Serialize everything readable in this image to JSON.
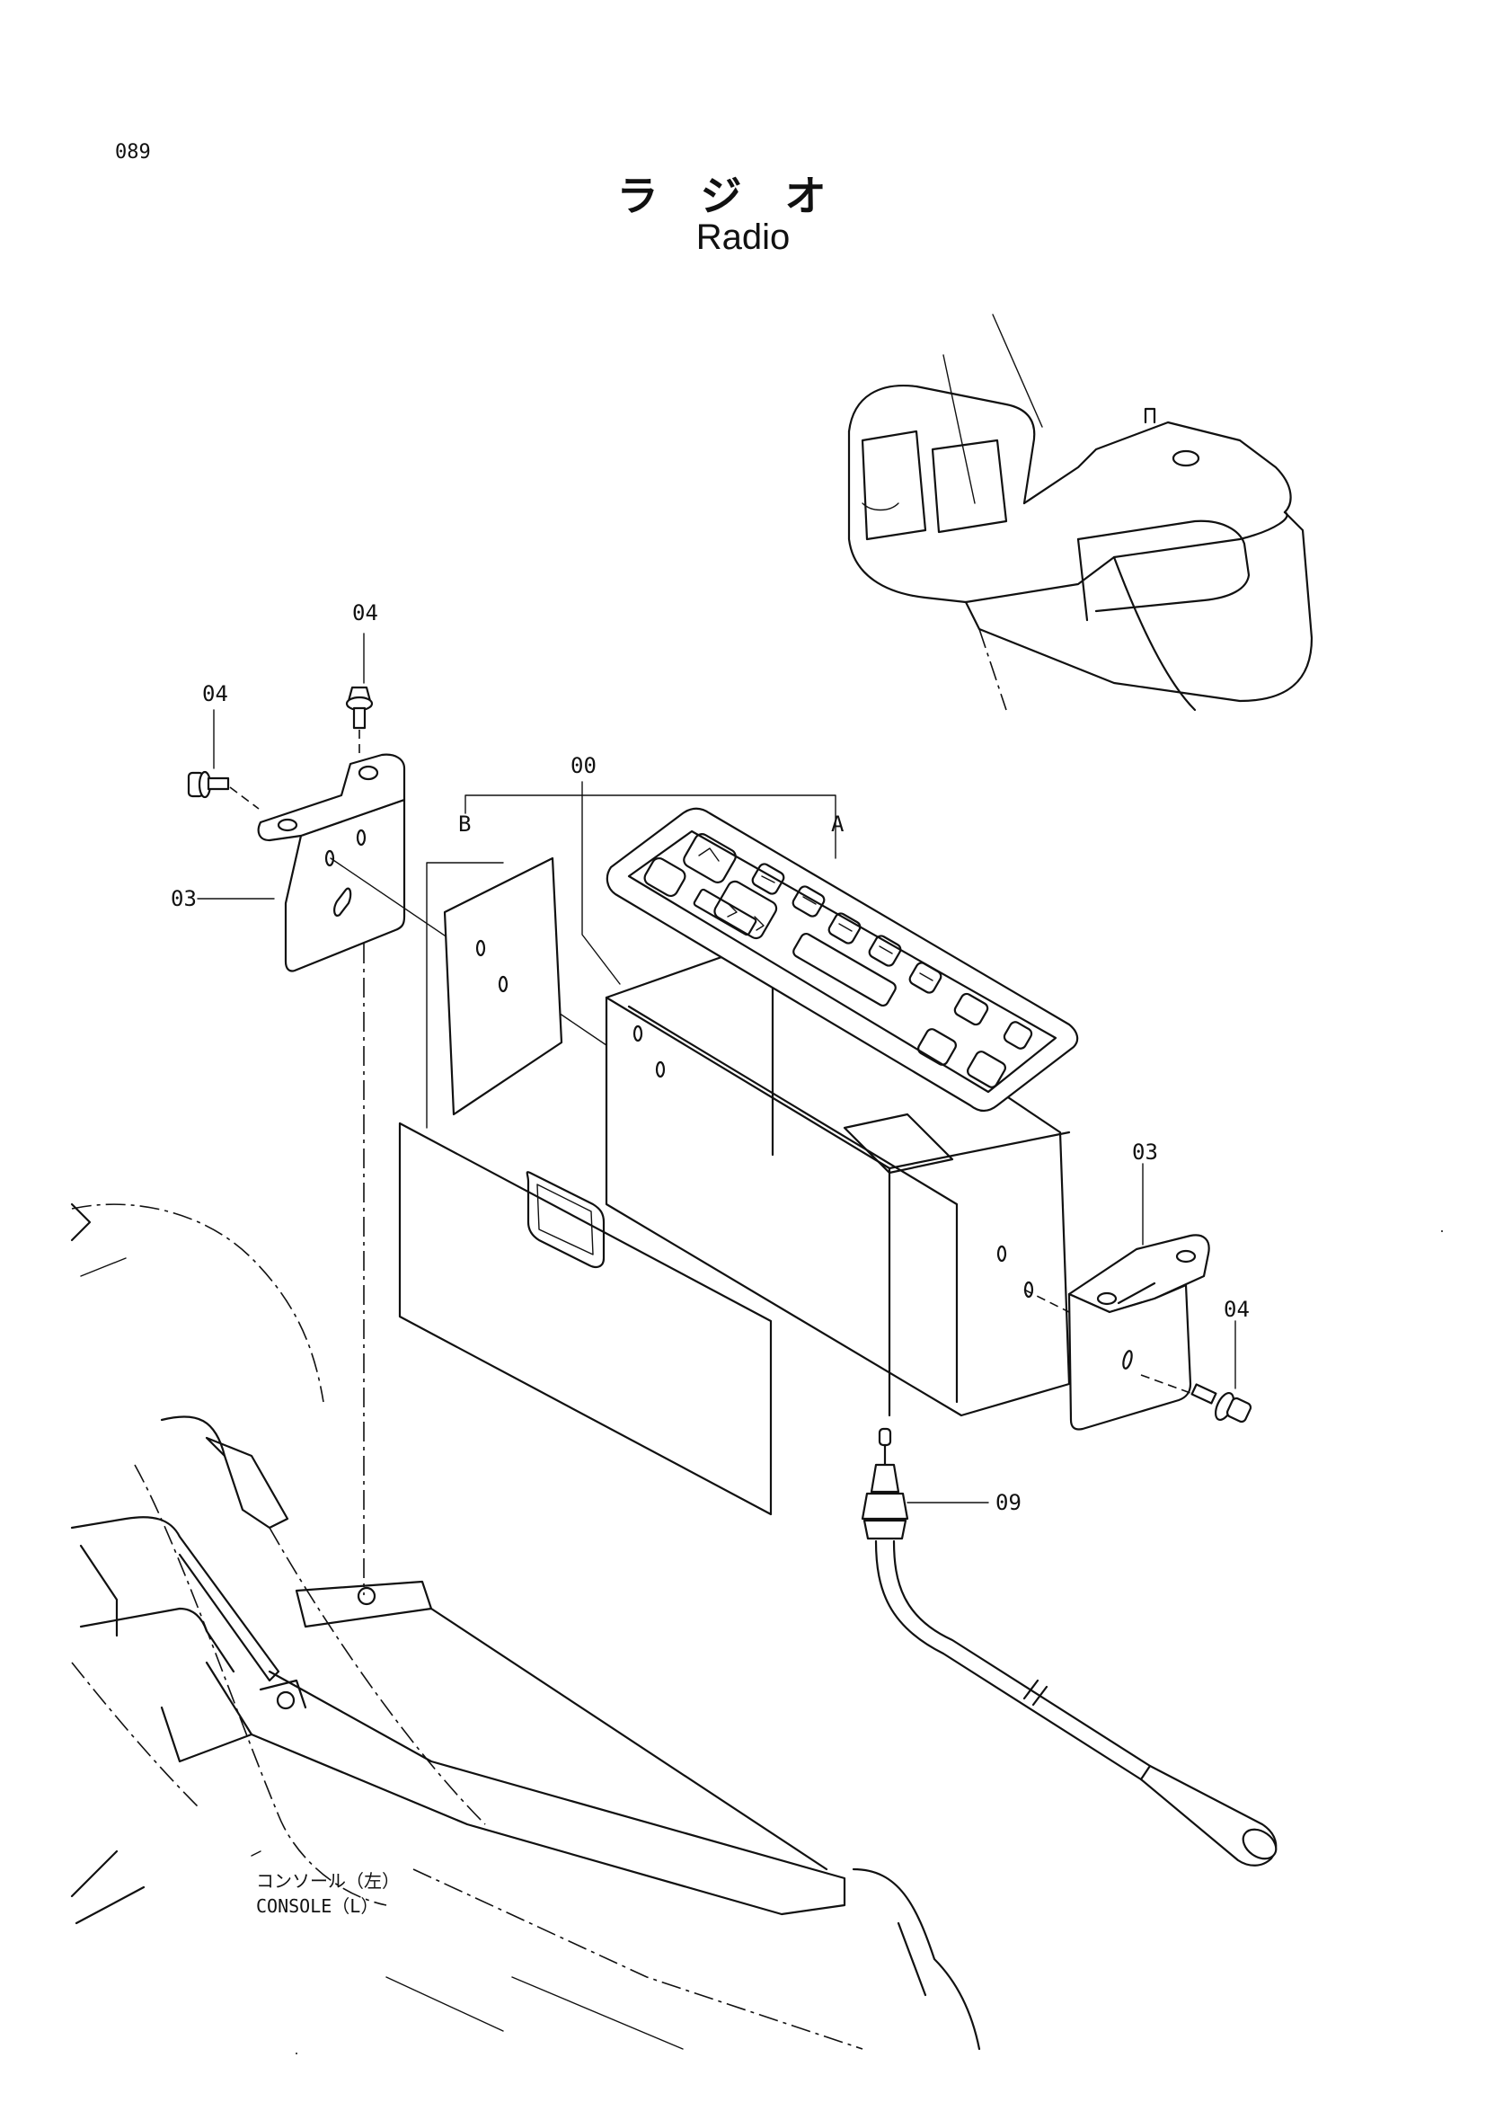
{
  "page": {
    "number": "089",
    "title_jp": "ラジオ",
    "title_en": "Radio"
  },
  "callouts": {
    "screw_top": "04",
    "screw_left": "04",
    "screw_right": "04",
    "bracket_left": "03",
    "bracket_right": "03",
    "assembly": "00",
    "sub_a": "A",
    "sub_b": "B",
    "antenna_cable": "09"
  },
  "console": {
    "label_jp": "コンソール（左）",
    "label_en": "CONSOLE（L）"
  }
}
